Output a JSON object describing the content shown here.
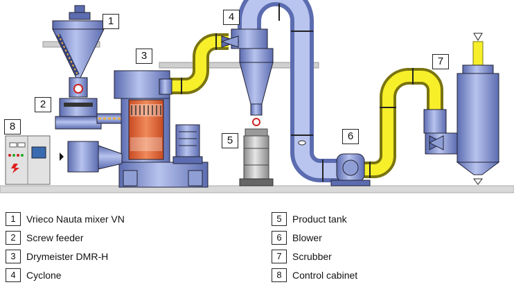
{
  "callouts": {
    "c1": "1",
    "c2": "2",
    "c3": "3",
    "c4": "4",
    "c5": "5",
    "c6": "6",
    "c7": "7",
    "c8": "8"
  },
  "legend": [
    {
      "num": "1",
      "text": "Vrieco Nauta mixer  VN"
    },
    {
      "num": "2",
      "text": "Screw feeder"
    },
    {
      "num": "3",
      "text": "Drymeister  DMR-H"
    },
    {
      "num": "4",
      "text": "Cyclone"
    },
    {
      "num": "5",
      "text": "Product tank"
    },
    {
      "num": "6",
      "text": "Blower"
    },
    {
      "num": "7",
      "text": "Scrubber"
    },
    {
      "num": "8",
      "text": "Control cabinet"
    }
  ],
  "colors": {
    "equipment_blue": "#8f9fd6",
    "equipment_shade": "#5b6bb0",
    "duct_yellow": "#f6ef2a",
    "duct_blue": "#b9c5ef",
    "dryer_interior": "#e8643a",
    "floor": "#d6d6d6"
  }
}
